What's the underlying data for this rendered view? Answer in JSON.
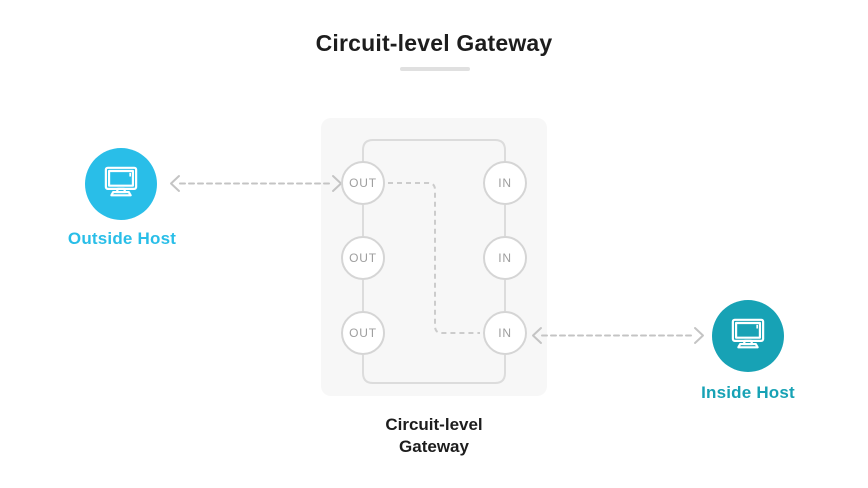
{
  "title": "Circuit-level Gateway",
  "gateway": {
    "label_line1": "Circuit-level",
    "label_line2": "Gateway",
    "out_nodes": [
      "OUT",
      "OUT",
      "OUT"
    ],
    "in_nodes": [
      "IN",
      "IN",
      "IN"
    ]
  },
  "hosts": {
    "outside": {
      "label": "Outside Host",
      "icon": "monitor-icon"
    },
    "inside": {
      "label": "Inside Host",
      "icon": "monitor-icon"
    }
  },
  "colors": {
    "outside_host": "#29bee8",
    "inside_host": "#17a2b5",
    "gateway_box_bg": "#f7f7f7",
    "solid_wire": "#dcdcdc",
    "dashed_wire": "#cccccc",
    "arrow": "#c4c4c4",
    "node_border": "#d5d5d5",
    "node_text": "#9e9e9e",
    "title_text": "#1d1d1d",
    "title_underline": "#e0e0e0"
  }
}
